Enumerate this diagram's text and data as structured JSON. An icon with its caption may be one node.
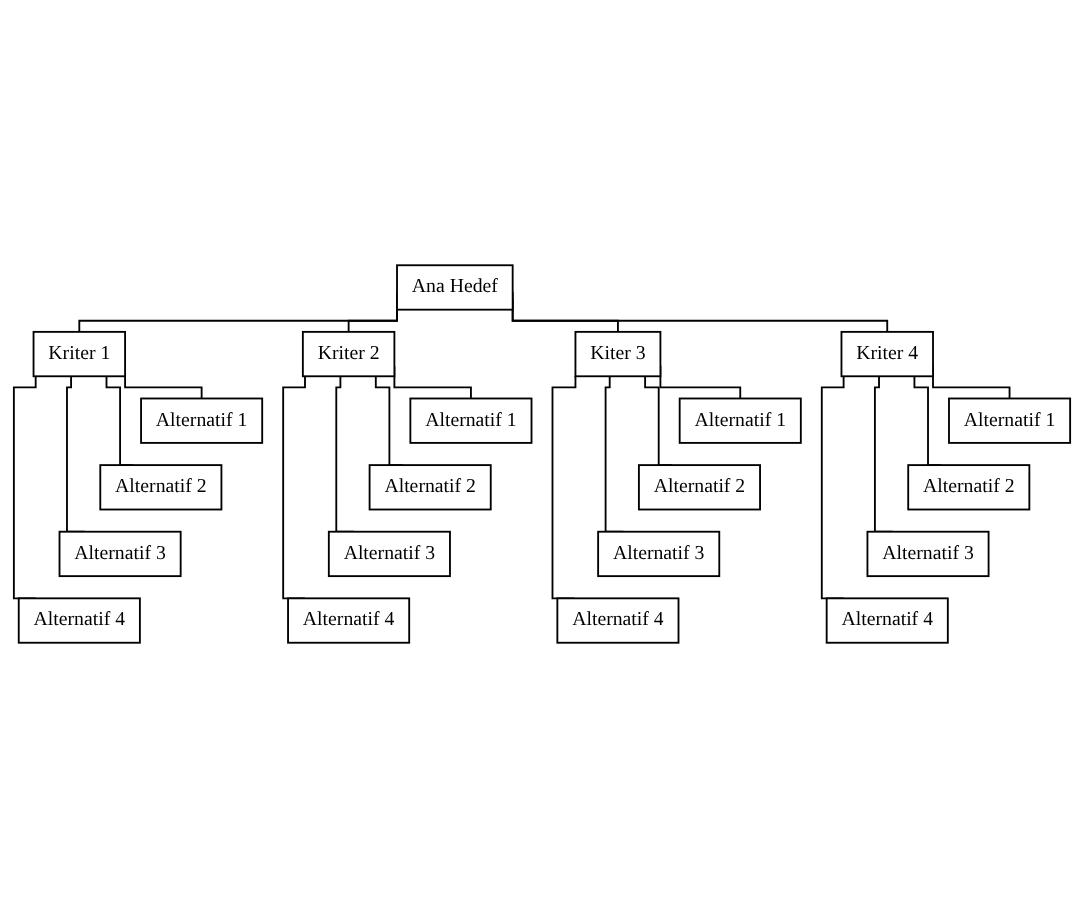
{
  "diagram": {
    "nodes": [
      {
        "text": [
          "Ana Hedef"
        ]
      },
      {
        "text": [
          "Kriter 1"
        ]
      },
      {
        "text": [
          "Kriter 2"
        ]
      },
      {
        "text": [
          "Kiter 3"
        ]
      },
      {
        "text": [
          "Kriter 4"
        ]
      },
      {
        "text": [
          "Alternatif 1"
        ]
      },
      {
        "text": [
          "Alternatif 2"
        ]
      },
      {
        "text": [
          "Alternatif 3"
        ]
      },
      {
        "text": [
          "Alternatif 4"
        ]
      },
      {
        "text": [
          "Alternatif 1"
        ]
      },
      {
        "text": [
          "Alternatif 2"
        ]
      },
      {
        "text": [
          "Alternatif 3"
        ]
      },
      {
        "text": [
          "Alternatif 4"
        ]
      },
      {
        "text": [
          "Alternatif 1"
        ]
      },
      {
        "text": [
          "Alternatif 2"
        ]
      },
      {
        "text": [
          "Alternatif 3"
        ]
      },
      {
        "text": [
          "Alternatif 4"
        ]
      },
      {
        "text": [
          "Alternatif 1"
        ]
      },
      {
        "text": [
          "Alternatif 2"
        ]
      },
      {
        "text": [
          "Alternatif 3"
        ]
      },
      {
        "text": [
          "Alternatif 4"
        ]
      }
    ],
    "edges": [
      {
        "from": 0,
        "to": 1,
        "arrow": "none"
      },
      {
        "from": 0,
        "to": 2,
        "arrow": "none"
      },
      {
        "from": 0,
        "to": 3,
        "arrow": "none"
      },
      {
        "from": 0,
        "to": 4,
        "arrow": "none"
      },
      {
        "from": 1,
        "to": 5,
        "arrow": "none"
      },
      {
        "from": 1,
        "to": 6,
        "arrow": "none"
      },
      {
        "from": 1,
        "to": 7,
        "arrow": "none"
      },
      {
        "from": 1,
        "to": 8,
        "arrow": "none"
      },
      {
        "from": 2,
        "to": 9,
        "arrow": "none"
      },
      {
        "from": 2,
        "to": 10,
        "arrow": "none"
      },
      {
        "from": 2,
        "to": 11,
        "arrow": "none"
      },
      {
        "from": 2,
        "to": 12,
        "arrow": "none"
      },
      {
        "from": 3,
        "to": 13,
        "arrow": "none"
      },
      {
        "from": 3,
        "to": 14,
        "arrow": "none"
      },
      {
        "from": 3,
        "to": 15,
        "arrow": "none"
      },
      {
        "from": 3,
        "to": 16,
        "arrow": "none"
      },
      {
        "from": 4,
        "to": 17,
        "arrow": "none"
      },
      {
        "from": 4,
        "to": 18,
        "arrow": "none"
      },
      {
        "from": 4,
        "to": 19,
        "arrow": "none"
      },
      {
        "from": 4,
        "to": 20,
        "arrow": "none"
      }
    ]
  }
}
